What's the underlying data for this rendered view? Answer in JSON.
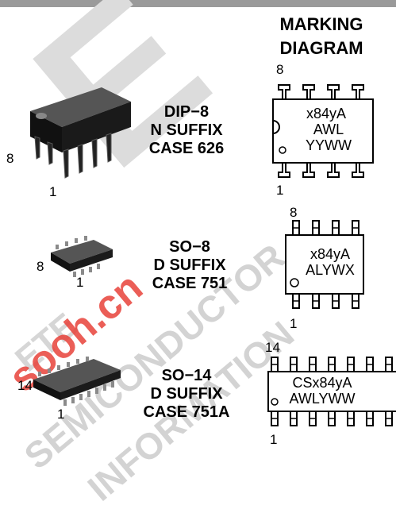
{
  "watermark": {
    "lines": [
      "E",
      "ETE",
      "SEMICONDUCTOR",
      "INFORMATION"
    ],
    "site": "sooh.cn"
  },
  "marking": {
    "title_line1": "MARKING",
    "title_line2": "DIAGRAM"
  },
  "packages": [
    {
      "line1": "DIP−8",
      "line2": "N SUFFIX",
      "line3": "CASE 626",
      "photo_pin_high": "8",
      "photo_pin_low": "1",
      "diagram_pin_high": "8",
      "diagram_pin_low": "1",
      "marking_lines": [
        "x84yA",
        "AWL",
        "YYWW"
      ]
    },
    {
      "line1": "SO−8",
      "line2": "D SUFFIX",
      "line3": "CASE 751",
      "photo_pin_high": "8",
      "photo_pin_low": "1",
      "diagram_pin_high": "8",
      "diagram_pin_low": "1",
      "marking_lines": [
        "x84yA",
        "ALYWX"
      ]
    },
    {
      "line1": "SO−14",
      "line2": "D SUFFIX",
      "line3": "CASE 751A",
      "photo_pin_high": "14",
      "photo_pin_low": "1",
      "diagram_pin_high": "14",
      "diagram_pin_low": "1",
      "marking_lines": [
        "CSx84yA",
        "AWLYWW"
      ]
    }
  ],
  "colors": {
    "watermark_gray": "#cfcfcf",
    "watermark_red": "#e8423a",
    "topbar": "#9a9a9a"
  }
}
